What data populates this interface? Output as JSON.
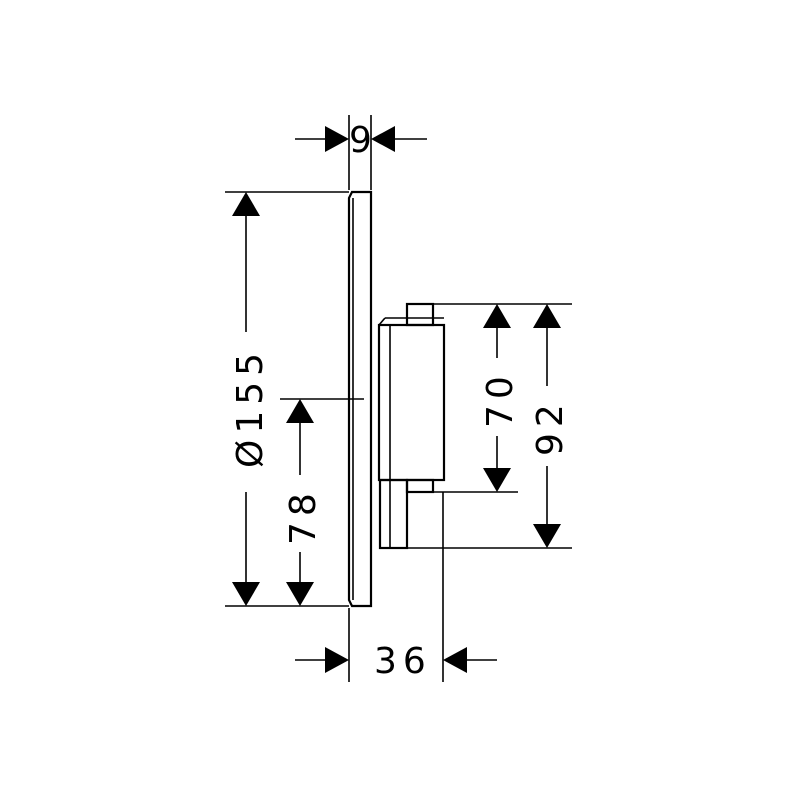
{
  "dimensions": {
    "depth_cover": "9",
    "diameter_plate": "Ø155",
    "height_center": "78",
    "body_height_top": "70",
    "body_height_total": "92",
    "total_depth": "36"
  },
  "colors": {
    "line": "#000000",
    "background": "#ffffff"
  }
}
